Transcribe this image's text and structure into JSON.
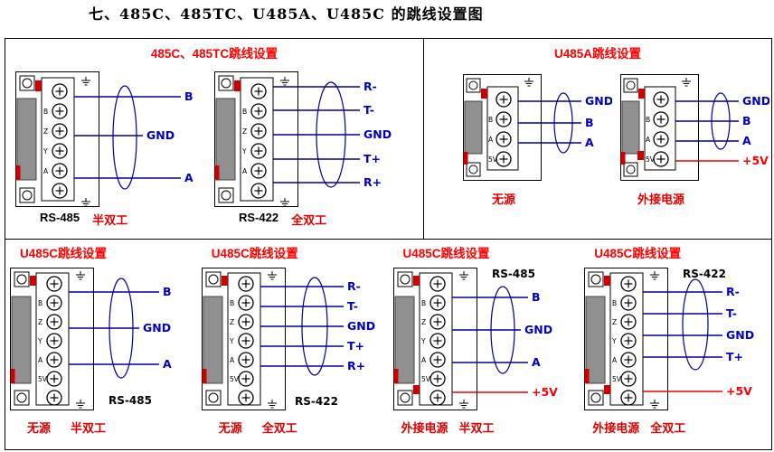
{
  "title": "七、485C、485TC、U485A、U485C 的跳线设置图",
  "colors": {
    "heading_red": "#FF0000",
    "caption_red": "#DD0000",
    "wire_blue": "#00008B",
    "label_blue": "#0000BB",
    "power_red": "#FF0000",
    "connector_gray": "#909090",
    "jumper_red": "#CC0000"
  },
  "sections": [
    {
      "heading": "485C、485TC跳线设置",
      "panels": [
        {
          "pins": [
            "B",
            "Z",
            "Y",
            "A"
          ],
          "wires": [
            "B",
            "GND",
            "A"
          ],
          "caption_left": "RS-485",
          "caption_right": "半双工"
        },
        {
          "pins": [
            "B",
            "Z",
            "Y",
            "A"
          ],
          "wires": [
            "R-",
            "T-",
            "GND",
            "T+",
            "R+"
          ],
          "caption_left": "RS-422",
          "caption_right": "全双工"
        }
      ]
    },
    {
      "heading": "U485A跳线设置",
      "panels": [
        {
          "pins": [
            "B",
            "A",
            "5V"
          ],
          "wires": [
            "GND",
            "B",
            "A"
          ],
          "caption": "无源"
        },
        {
          "pins": [
            "B",
            "A",
            "5V"
          ],
          "wires": [
            "GND",
            "B",
            "A"
          ],
          "power_wire": "+5V",
          "caption": "外接电源"
        }
      ]
    },
    {
      "groups": [
        {
          "heading": "U485C跳线设置",
          "panel": {
            "pins": [
              "B",
              "Z",
              "Y",
              "A",
              "5V"
            ],
            "bus": "RS-485",
            "wires": [
              "B",
              "GND",
              "A"
            ],
            "caption_left": "无源",
            "caption_right": "半双工"
          }
        },
        {
          "heading": "U485C跳线设置",
          "panel": {
            "pins": [
              "B",
              "Z",
              "Y",
              "A",
              "5V"
            ],
            "bus": "RS-422",
            "wires": [
              "R-",
              "T-",
              "GND",
              "T+",
              "R+"
            ],
            "caption_left": "无源",
            "caption_right": "全双工"
          }
        },
        {
          "heading": "U485C跳线设置",
          "panel": {
            "pins": [
              "B",
              "Z",
              "Y",
              "A",
              "5V"
            ],
            "bus": "RS-485",
            "wires": [
              "B",
              "GND",
              "A"
            ],
            "power_wire": "+5V",
            "caption_left": "外接电源",
            "caption_right": "半双工"
          }
        },
        {
          "heading": "U485C跳线设置",
          "panel": {
            "pins": [
              "B",
              "Z",
              "Y",
              "A",
              "5V"
            ],
            "bus": "RS-422",
            "wires": [
              "R-",
              "T-",
              "GND",
              "T+"
            ],
            "power_wire": "+5V",
            "caption_left": "外接电源",
            "caption_right": "全双工"
          }
        }
      ]
    }
  ]
}
